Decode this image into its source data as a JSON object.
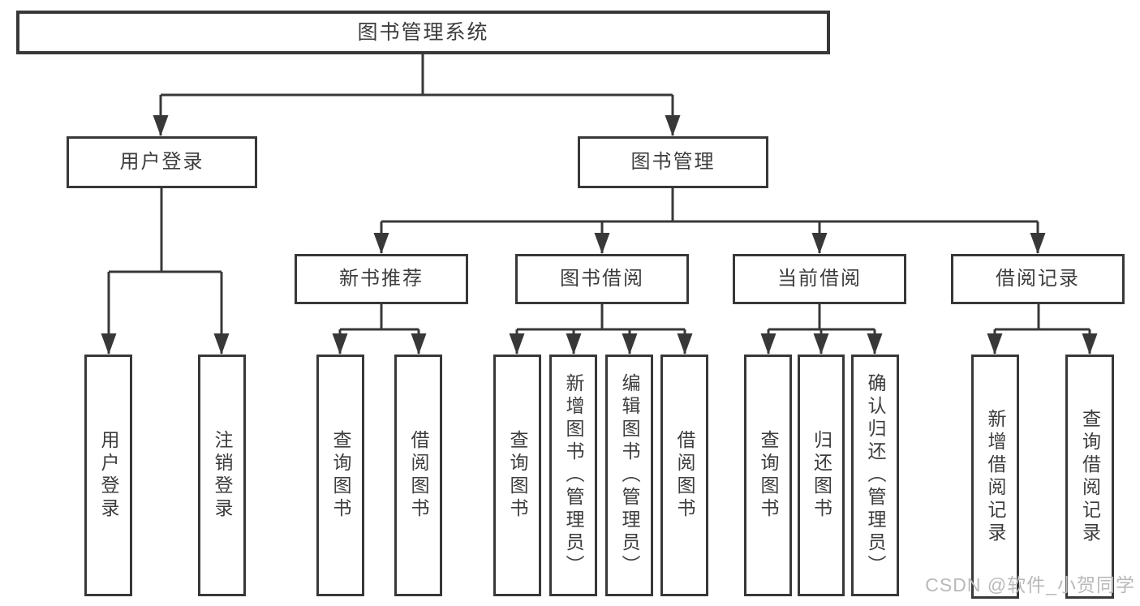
{
  "diagram": {
    "root": {
      "label": "图书管理系统"
    },
    "level2": [
      {
        "label": "用户登录"
      },
      {
        "label": "图书管理"
      }
    ],
    "level3": [
      {
        "label": "新书推荐"
      },
      {
        "label": "图书借阅"
      },
      {
        "label": "当前借阅"
      },
      {
        "label": "借阅记录"
      }
    ],
    "leaves": {
      "user_login": [
        "用户登录",
        "注销登录"
      ],
      "new_books": [
        "查询图书",
        "借阅图书"
      ],
      "book_borrow": [
        "查询图书",
        "新增图书（管理员）",
        "编辑图书（管理员）",
        "借阅图书"
      ],
      "current_borrow": [
        "查询图书",
        "归还图书",
        "确认归还（管理员）"
      ],
      "borrow_records": [
        "新增借阅记录",
        "查询借阅记录"
      ]
    }
  },
  "watermark": "CSDN @软件_小贺同学",
  "colors": {
    "line": "#383838",
    "text": "#3d3d3d",
    "watermark": "#b9b9b9",
    "background": "#ffffff"
  }
}
